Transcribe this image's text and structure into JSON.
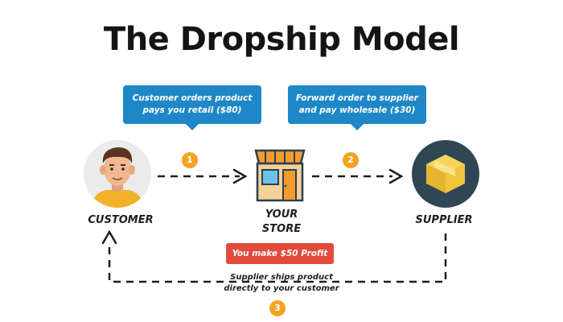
{
  "title": "The Dropship Model",
  "bubbles": [
    {
      "line1": "Customer orders product",
      "line2": "pays you retail ($80)"
    },
    {
      "line1": "Forward order to supplier",
      "line2": "and pay wholesale ($30)"
    }
  ],
  "steps": [
    "1",
    "2",
    "3"
  ],
  "nodes": {
    "customer": "CUSTOMER",
    "store_line1": "YOUR",
    "store_line2": "STORE",
    "supplier": "SUPPLIER"
  },
  "profit": "You make $50 Profit",
  "shipping_note": {
    "line1": "Supplier ships product",
    "line2": "directly to your customer"
  },
  "icons": {
    "customer": "customer-avatar-icon",
    "store": "store-icon",
    "supplier": "package-box-icon"
  },
  "colors": {
    "bubble": "#1e87c7",
    "step": "#f5a323",
    "profit": "#e24a3b",
    "store_awning": "#f39c2d",
    "supplier_circle": "#2f4654",
    "box": "#f1c53c"
  }
}
